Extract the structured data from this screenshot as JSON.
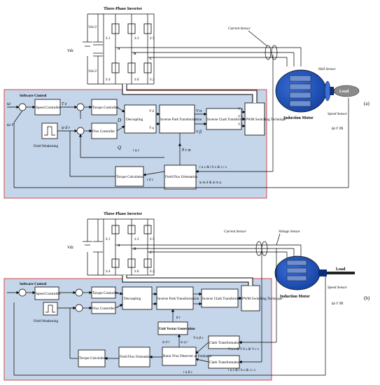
{
  "diagram_a": {
    "panel_label": "(a)",
    "inverter_title": "Three-Phase Inverter",
    "vdc": "Vdc",
    "vdc_half_top": "Vdc/2",
    "vdc_half_bottom": "Vdc/2",
    "switches": [
      "S 1",
      "S 3",
      "S 5",
      "S 4",
      "S 6",
      "S 2"
    ],
    "phases": [
      "A",
      "B",
      "C"
    ],
    "sensor_current": "Current Sensor",
    "sensor_hall": "Hall Sensor",
    "sensor_speed": "Speed Sensor",
    "motor": "Induction Motor",
    "load": "Load",
    "omega_rm": "ω r m",
    "software_control": "Software Control",
    "blocks": {
      "speed": "Speed Controller",
      "torque": "Torque Controller",
      "flux": "Flux Controller",
      "field_weak": "Field Weakening",
      "decoupling": "Decoupling",
      "inv_park": "Inverse Park Transformation",
      "inv_clark": "Inverse Clark Transformation",
      "pwm": "PWM Switching Technique",
      "torque_calc": "Torque Calculation",
      "ffo": "Field Flux Orientation"
    },
    "signals": {
      "omega_ref": "ω",
      "omega_r": "ω r",
      "te": "T e",
      "psi_dr": "ψ d r",
      "D": "D",
      "Q": "Q",
      "Vd": "V d",
      "Vq": "V q",
      "Valpha": "V α",
      "Vbeta": "V β",
      "Va": "V a",
      "Vb": "V b",
      "Vc": "V c",
      "theta": "θ r m",
      "iqs": "i q s",
      "ids": "i d s",
      "iabc": "i a s & i b s & i c s",
      "psi_m": "ψ m d & ψ m q"
    }
  },
  "diagram_b": {
    "panel_label": "(b)",
    "inverter_title": "Three-Phase Inverter",
    "vdc": "Vdc",
    "switches": [
      "S 1",
      "S 3",
      "S 5",
      "S 4",
      "S 6",
      "S 2"
    ],
    "phases": [
      "A",
      "B",
      "C"
    ],
    "sensor_current": "Current Sensor",
    "sensor_voltage": "Voltage Sensor",
    "sensor_speed": "Speed Sensor",
    "motor": "Induction Motor",
    "load": "Load",
    "omega_rm": "ω r m",
    "software_control": "Software Control",
    "blocks": {
      "speed": "Speed Controller",
      "torque": "Torque Controller",
      "flux": "Flux Controller",
      "field_weak": "Field Weakening",
      "decoupling": "Decoupling",
      "inv_park": "Inverse Park Transformation",
      "inv_clark": "Inverse Clark Transformation",
      "pwm": "PWM Switching Technique",
      "uvg": "Unit Vector Generation",
      "clark1": "Clark Transformation",
      "clark2": "Clark Transformation",
      "rfo": "Rotor Flux Observer or Estimator",
      "torque_calc": "Torque Calculation",
      "ffo": "Field Flux Orientation"
    },
    "signals": {
      "vabc": "V a s & V b s & V c s",
      "iabc": "i a s & i b s & i c s",
      "v_ab": "V α β s",
      "i_ab": "i α β s",
      "theta_r": "θ r",
      "psi_dr": "ψ d r",
      "psi_qr": "ψ q r"
    }
  }
}
